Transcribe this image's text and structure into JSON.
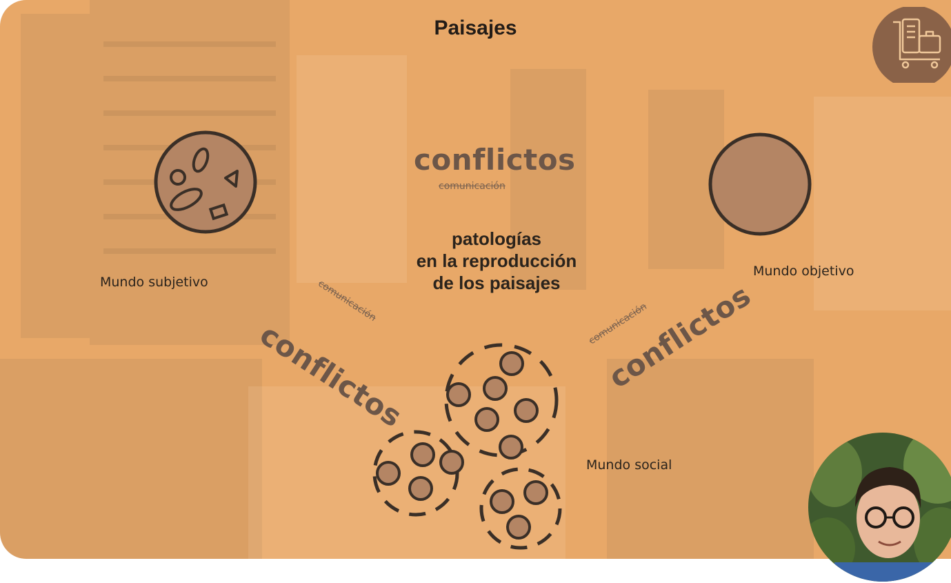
{
  "title": "Paisajes",
  "center": {
    "conflict_label": "conflictos",
    "communication_label": "comunicación",
    "pathology_line1": "patologías",
    "pathology_line2": "en la reproducción",
    "pathology_line3": "de los paisajes"
  },
  "left_edge": {
    "conflict_label": "conflictos",
    "communication_label": "comunicación"
  },
  "right_edge": {
    "conflict_label": "conflictos",
    "communication_label": "comunicación"
  },
  "worlds": {
    "subjective": "Mundo subjetivo",
    "objective": "Mundo objetivo",
    "social": "Mundo social"
  },
  "colors": {
    "background": "#e8a868",
    "circle_fill": "#b48564",
    "stroke": "#3a2f27",
    "logo_bg": "#8a6248",
    "logo_line": "#f0c89a"
  },
  "icons": {
    "logo": "luggage-cart-icon",
    "presenter": "presenter-avatar"
  }
}
